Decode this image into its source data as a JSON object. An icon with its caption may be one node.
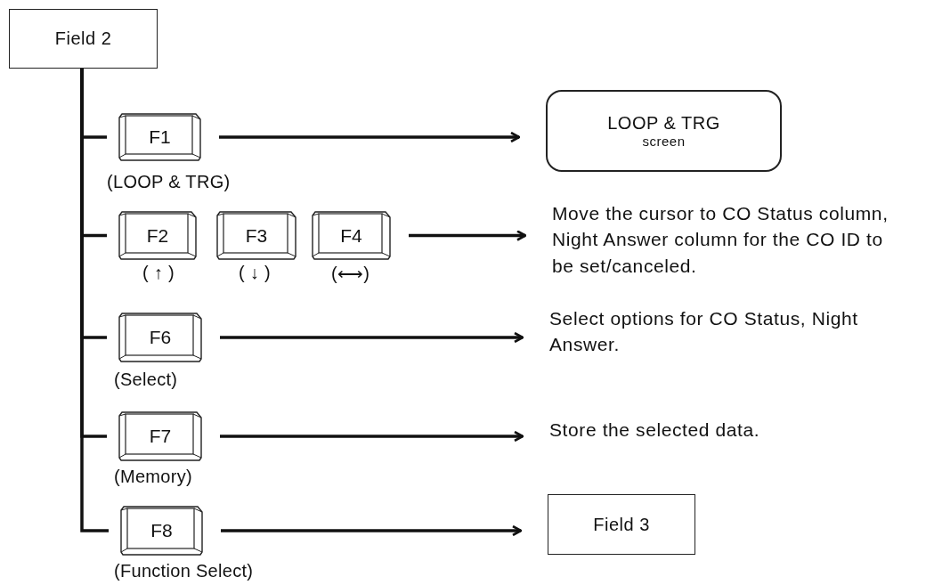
{
  "diagram": {
    "nodes": [
      {
        "text": [
          "Field 2"
        ]
      },
      {
        "text": [
          "F1"
        ],
        "beside": [
          "(LOOP & TRG)"
        ]
      },
      {
        "text": [
          "F2"
        ],
        "beside": [
          "( ↑ )"
        ]
      },
      {
        "text": [
          "F3"
        ],
        "beside": [
          "( ↓ )"
        ]
      },
      {
        "text": [
          "F4"
        ],
        "beside": [
          "(⟷)"
        ]
      },
      {
        "text": [
          "F6"
        ],
        "beside": [
          "(Select)"
        ]
      },
      {
        "text": [
          "F7"
        ],
        "beside": [
          "(Memory)"
        ]
      },
      {
        "text": [
          "F8"
        ],
        "beside": [
          "(Function Select)"
        ]
      },
      {
        "text": [
          "LOOP & TRG",
          "screen"
        ]
      },
      {
        "text": [
          "Move the cursor to CO Status column, Night Answer column for the CO ID to be set/canceled."
        ]
      },
      {
        "text": [
          "Select options for CO Status, Night Answer."
        ]
      },
      {
        "text": [
          "Store the selected data."
        ]
      },
      {
        "text": [
          "Field 3"
        ]
      }
    ],
    "edges": [
      {
        "from": 0,
        "to": 1,
        "arrow": "none"
      },
      {
        "from": 0,
        "to": 2,
        "arrow": "none"
      },
      {
        "from": 0,
        "to": 5,
        "arrow": "none"
      },
      {
        "from": 0,
        "to": 6,
        "arrow": "none"
      },
      {
        "from": 0,
        "to": 7,
        "arrow": "none"
      },
      {
        "from": 1,
        "to": 8,
        "arrow": "to"
      },
      {
        "from": 4,
        "to": 9,
        "arrow": "to"
      },
      {
        "from": 5,
        "to": 10,
        "arrow": "to"
      },
      {
        "from": 6,
        "to": 11,
        "arrow": "to"
      },
      {
        "from": 7,
        "to": 12,
        "arrow": "to"
      }
    ]
  }
}
